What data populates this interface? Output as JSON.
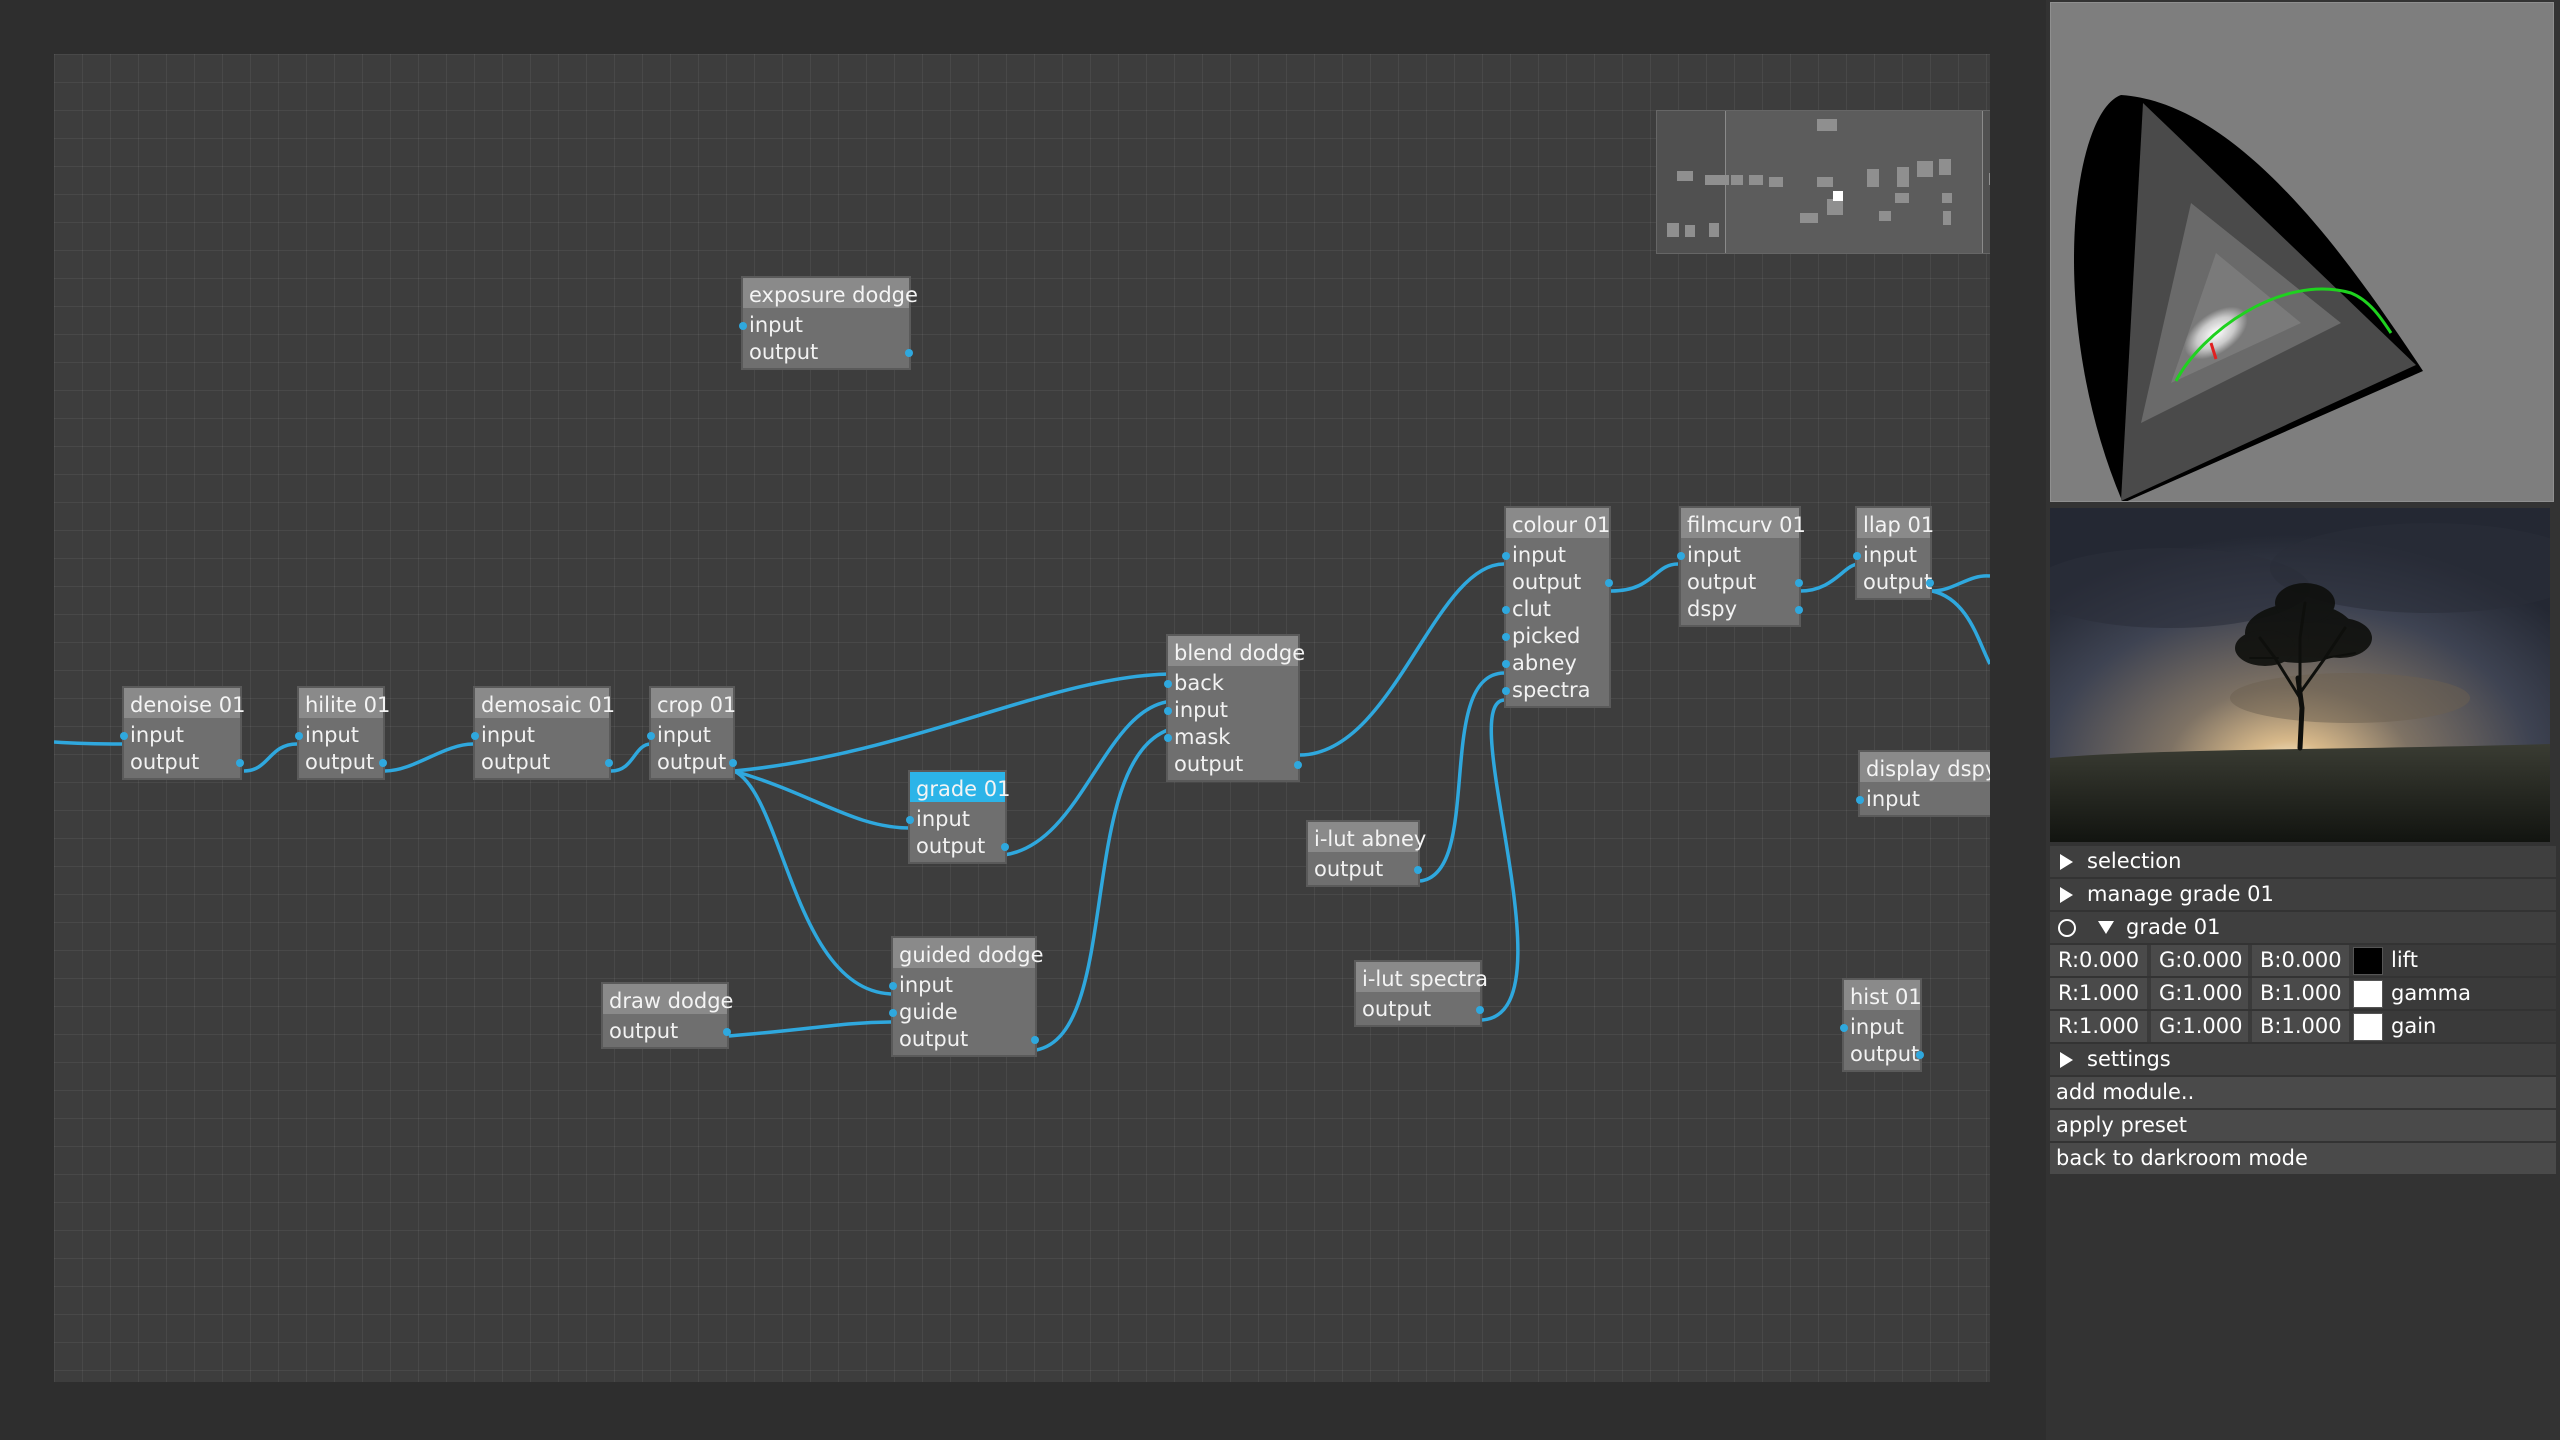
{
  "graph": {
    "nodes": [
      {
        "id": "denoise",
        "title": "denoise 01",
        "conns": [
          "input",
          "output"
        ]
      },
      {
        "id": "hilite",
        "title": "hilite 01",
        "conns": [
          "input",
          "output"
        ]
      },
      {
        "id": "demosaic",
        "title": "demosaic 01",
        "conns": [
          "input",
          "output"
        ]
      },
      {
        "id": "crop",
        "title": "crop 01",
        "conns": [
          "input",
          "output"
        ]
      },
      {
        "id": "exposure",
        "title": "exposure dodge",
        "conns": [
          "input",
          "output"
        ]
      },
      {
        "id": "grade",
        "title": "grade 01",
        "conns": [
          "input",
          "output"
        ]
      },
      {
        "id": "guided",
        "title": "guided dodge",
        "conns": [
          "input",
          "guide",
          "output"
        ]
      },
      {
        "id": "draw",
        "title": "draw dodge",
        "conns": [
          "output"
        ]
      },
      {
        "id": "blend",
        "title": "blend dodge",
        "conns": [
          "back",
          "input",
          "mask",
          "output"
        ]
      },
      {
        "id": "abney",
        "title": "i-lut abney",
        "conns": [
          "output"
        ]
      },
      {
        "id": "spectra",
        "title": "i-lut spectra",
        "conns": [
          "output"
        ]
      },
      {
        "id": "colour",
        "title": "colour 01",
        "conns": [
          "input",
          "output",
          "clut",
          "picked",
          "abney",
          "spectra"
        ]
      },
      {
        "id": "filmcurv",
        "title": "filmcurv 01",
        "conns": [
          "input",
          "output",
          "dspy"
        ]
      },
      {
        "id": "llap",
        "title": "llap 01",
        "conns": [
          "input",
          "output"
        ]
      },
      {
        "id": "display",
        "title": "display dspy",
        "conns": [
          "input"
        ]
      },
      {
        "id": "hist",
        "title": "hist 01",
        "conns": [
          "input",
          "output"
        ]
      }
    ],
    "selected": "grade",
    "wire_color": "#2fa8de",
    "accent_color": "#2cb4e8"
  },
  "sidebar": {
    "sections": {
      "selection": "selection",
      "manage": "manage grade 01",
      "module": "grade 01"
    },
    "params": [
      {
        "r": "R:0.000",
        "g": "G:0.000",
        "b": "B:0.000",
        "swatch": "#000000",
        "label": "lift"
      },
      {
        "r": "R:1.000",
        "g": "G:1.000",
        "b": "B:1.000",
        "swatch": "#ffffff",
        "label": "gamma"
      },
      {
        "r": "R:1.000",
        "g": "G:1.000",
        "b": "B:1.000",
        "swatch": "#ffffff",
        "label": "gain"
      }
    ],
    "settings": "settings",
    "actions": [
      "add module..",
      "apply preset",
      "back to darkroom mode"
    ]
  }
}
